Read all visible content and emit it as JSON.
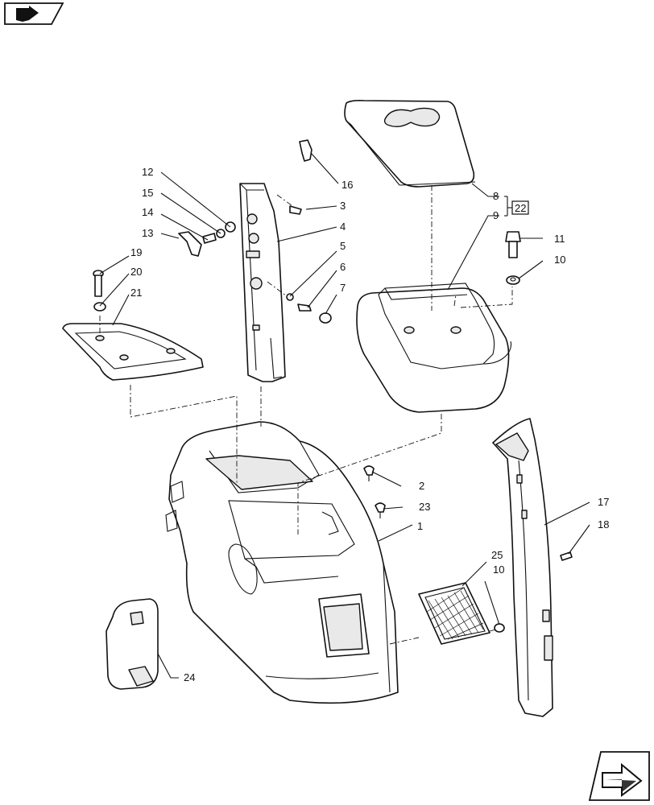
{
  "callouts": {
    "c1": "1",
    "c2": "2",
    "c3": "3",
    "c4": "4",
    "c5": "5",
    "c6": "6",
    "c7": "7",
    "c8": "8",
    "c9": "9",
    "c10a": "10",
    "c10b": "10",
    "c11": "11",
    "c12": "12",
    "c13": "13",
    "c14": "14",
    "c15": "15",
    "c16": "16",
    "c17": "17",
    "c18": "18",
    "c19": "19",
    "c20": "20",
    "c21": "21",
    "c22": "22",
    "c23": "23",
    "c24": "24",
    "c25": "25"
  },
  "icons": {
    "top_nav": "previous-page-arrow-icon",
    "bottom_nav": "next-page-arrow-icon"
  }
}
